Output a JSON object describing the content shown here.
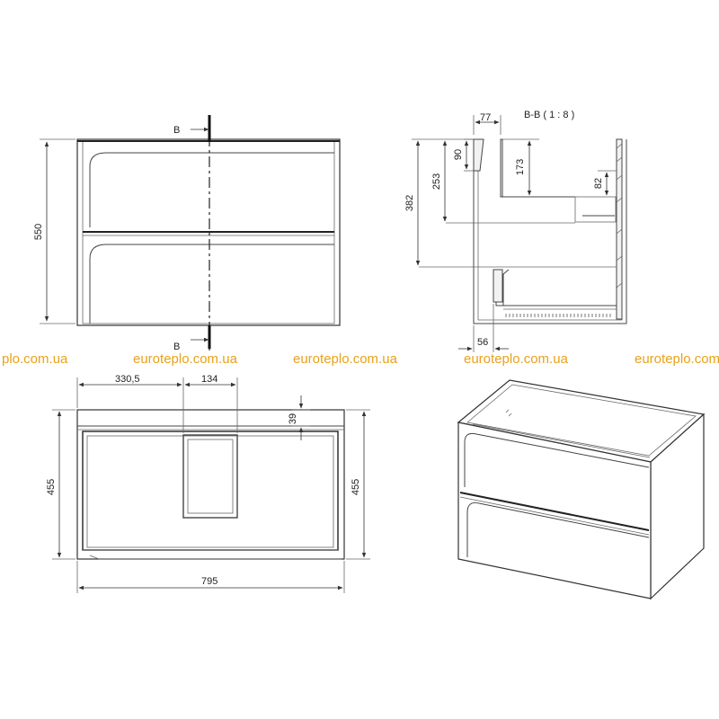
{
  "section_marks": {
    "top": "B",
    "bottom": "B"
  },
  "section_title": "B-B ( 1 : 8 )",
  "watermarks": [
    "plo.com.ua",
    "euroteplo.com.ua",
    "euroteplo.com.ua",
    "euroteplo.com.ua",
    "euroteplo.com.u"
  ],
  "front_view": {
    "height": "550"
  },
  "section_view": {
    "d77": "77",
    "d90": "90",
    "d173": "173",
    "d253": "253",
    "d382": "382",
    "d82": "82",
    "d56": "56"
  },
  "top_view": {
    "d330": "330,5",
    "d134": "134",
    "d39": "39",
    "h_left": "455",
    "h_right": "455",
    "width": "795"
  },
  "colors": {
    "lines": "#333333",
    "watermark": "#e8a21a"
  }
}
